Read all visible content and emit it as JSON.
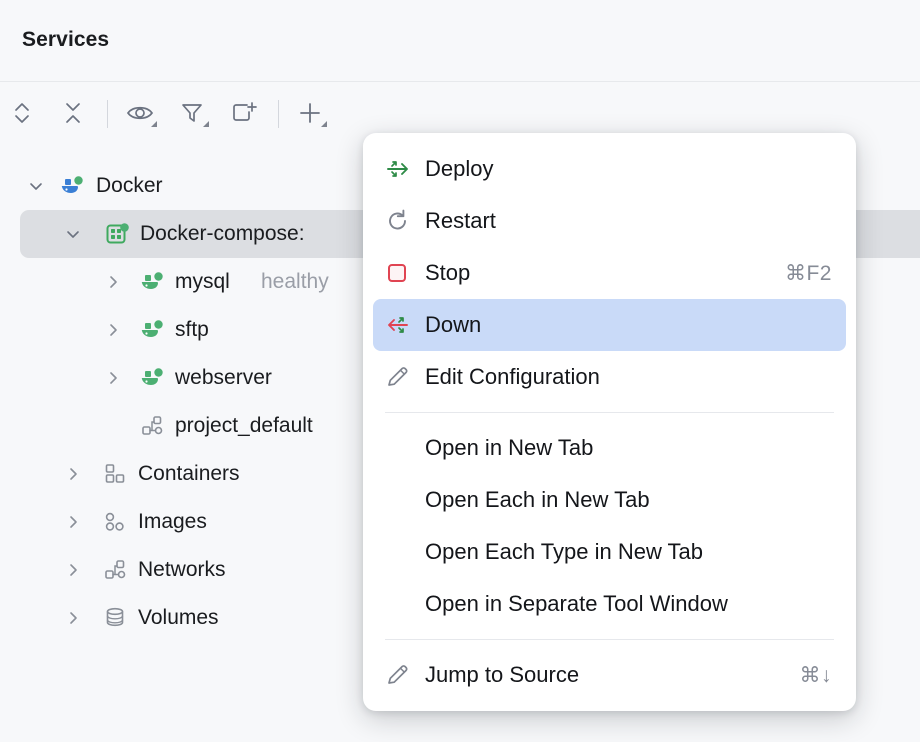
{
  "window": {
    "title": "Services",
    "background": "#f7f8fa"
  },
  "toolbar": {
    "items": [
      {
        "name": "expand-collapse-icon",
        "label": "Expand / Collapse",
        "dropdown": false
      },
      {
        "name": "collapse-all-icon",
        "label": "Collapse All",
        "dropdown": false
      },
      {
        "name": "show-hide-icon",
        "label": "Show/Hide",
        "dropdown": true
      },
      {
        "name": "filter-icon",
        "label": "Filter",
        "dropdown": true
      },
      {
        "name": "open-in-new-tab-icon",
        "label": "Open in New Tab",
        "dropdown": false
      },
      {
        "name": "add-icon",
        "label": "Add",
        "dropdown": true
      }
    ]
  },
  "tree": {
    "nodes": [
      {
        "label": "Docker",
        "icon": "docker-whale-icon",
        "indent": 0,
        "expanded": true,
        "selected": false,
        "status": ""
      },
      {
        "label": "Docker-compose:",
        "icon": "docker-compose-icon",
        "indent": 1,
        "expanded": true,
        "selected": true,
        "status": ""
      },
      {
        "label": "mysql",
        "icon": "docker-service-icon",
        "indent": 2,
        "expanded": false,
        "selected": false,
        "status": "healthy"
      },
      {
        "label": "sftp",
        "icon": "docker-service-icon",
        "indent": 2,
        "expanded": false,
        "selected": false,
        "status": ""
      },
      {
        "label": "webserver",
        "icon": "docker-service-icon",
        "indent": 2,
        "expanded": false,
        "selected": false,
        "status": ""
      },
      {
        "label": "project_default",
        "icon": "network-icon",
        "indent": 3,
        "expanded": null,
        "selected": false,
        "status": ""
      },
      {
        "label": "Containers",
        "icon": "containers-icon",
        "indent": 1,
        "expanded": false,
        "selected": false,
        "status": ""
      },
      {
        "label": "Images",
        "icon": "images-icon",
        "indent": 1,
        "expanded": false,
        "selected": false,
        "status": ""
      },
      {
        "label": "Networks",
        "icon": "networks-icon",
        "indent": 1,
        "expanded": false,
        "selected": false,
        "status": ""
      },
      {
        "label": "Volumes",
        "icon": "volumes-icon",
        "indent": 1,
        "expanded": false,
        "selected": false,
        "status": ""
      }
    ]
  },
  "context_menu": {
    "items": [
      {
        "label": "Deploy",
        "icon": "deploy-icon",
        "shortcut": "",
        "highlighted": false,
        "separator_after": false
      },
      {
        "label": "Restart",
        "icon": "restart-icon",
        "shortcut": "",
        "highlighted": false,
        "separator_after": false
      },
      {
        "label": "Stop",
        "icon": "stop-icon",
        "shortcut": "⌘F2",
        "highlighted": false,
        "separator_after": false
      },
      {
        "label": "Down",
        "icon": "down-icon",
        "shortcut": "",
        "highlighted": true,
        "separator_after": false
      },
      {
        "label": "Edit Configuration",
        "icon": "pencil-icon",
        "shortcut": "",
        "highlighted": false,
        "separator_after": true
      },
      {
        "label": "Open in New Tab",
        "icon": "",
        "shortcut": "",
        "highlighted": false,
        "separator_after": false
      },
      {
        "label": "Open Each in New Tab",
        "icon": "",
        "shortcut": "",
        "highlighted": false,
        "separator_after": false
      },
      {
        "label": "Open Each Type in New Tab",
        "icon": "",
        "shortcut": "",
        "highlighted": false,
        "separator_after": false
      },
      {
        "label": "Open in Separate Tool Window",
        "icon": "",
        "shortcut": "",
        "highlighted": false,
        "separator_after": true
      },
      {
        "label": "Jump to Source",
        "icon": "pencil-icon",
        "shortcut": "⌘↓",
        "highlighted": false,
        "separator_after": false
      }
    ]
  },
  "colors": {
    "selection_row": "#dcdee2",
    "menu_highlight": "#c9daf8",
    "docker_blue": "#3a7fd5",
    "service_green": "#4caf72",
    "compose_green": "#3fa95f",
    "deploy_green": "#2e8b47",
    "stop_red": "#e04452",
    "status_grey": "#9a9ea7"
  }
}
